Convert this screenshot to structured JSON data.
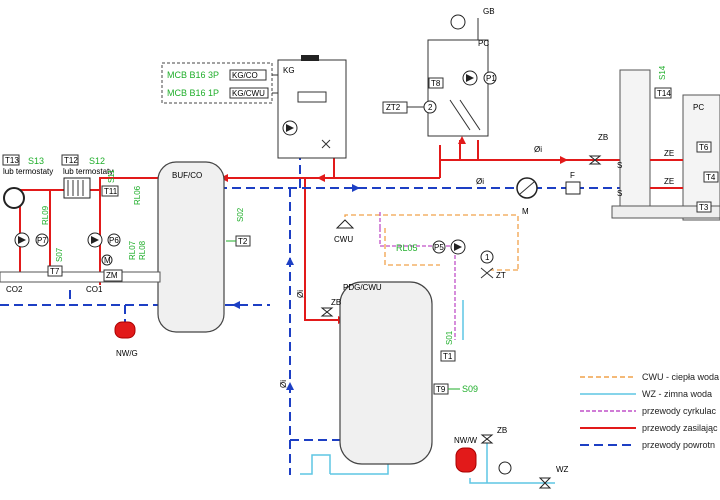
{
  "components": {
    "kg": "KG",
    "pc_top": "PC",
    "pc_right": "PC",
    "buf_co": "BUF/CO",
    "pdg_cwu": "PDG/CWU",
    "co2": "CO2",
    "co1": "CO1",
    "nwg": "NW/G",
    "nww": "NW/W",
    "cwu": "CWU",
    "zm": "ZM",
    "zt2": "ZT2",
    "zt": "ZT",
    "gb": "GB",
    "m": "M",
    "f": "F"
  },
  "mcb": {
    "line1": "MCB B16 3P",
    "line1_target": "KG/CO",
    "line2": "MCB B16 1P",
    "line2_target": "KG/CWU"
  },
  "sensors": {
    "t13": "T13",
    "s13": "S13",
    "t13_note": "lub termostaty",
    "t12": "T12",
    "s12": "S12",
    "t12_note": "lub termostaty",
    "t11": "T11",
    "s11": "S11",
    "t7": "T7",
    "s07": "S07",
    "t2": "T2",
    "s02": "S02",
    "t8": "T8",
    "t14": "T14",
    "s14": "S14",
    "t6": "T6",
    "t4": "T4",
    "t3": "T3",
    "t1": "T1",
    "s01": "S01",
    "t9": "T9",
    "s09": "S09"
  },
  "relays": {
    "rl09": "RL09",
    "rl06": "RL06",
    "rl07": "RL07",
    "rl08": "RL08",
    "rl05": "RL05"
  },
  "pumps": {
    "p7": "P7",
    "p6": "P6",
    "p1": "P1",
    "p5": "P5",
    "m_small": "M"
  },
  "valves": {
    "zb": "ZB",
    "ze": "ZE",
    "s": "S",
    "wz": "WZ"
  },
  "pipe_marks": {
    "oi": "Øi"
  },
  "legend": [
    {
      "label": "CWU - ciepła woda",
      "color": "#f0a24a"
    },
    {
      "label": "WZ - zimna woda",
      "color": "#5ec6e4"
    },
    {
      "label": "przewody cyrkulac",
      "color": "#c050c8"
    },
    {
      "label": "przewody zasilając",
      "color": "#e21a1a"
    },
    {
      "label": "przewody powrotn",
      "color": "#1d3fc4"
    }
  ]
}
